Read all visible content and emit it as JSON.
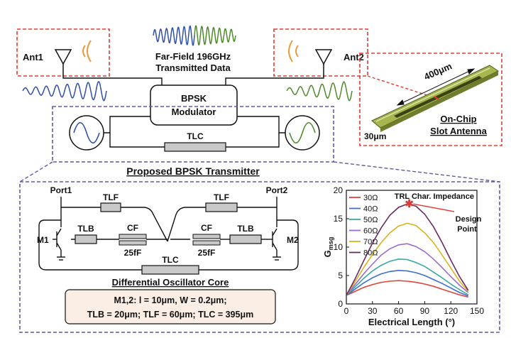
{
  "top": {
    "ant1_label": "Ant1",
    "ant2_label": "Ant2",
    "farfield_line1": "Far-Field 196GHz",
    "farfield_line2": "Transmitted Data",
    "modulator_line1": "BPSK",
    "modulator_line2": "Modulator",
    "tlc_label": "TLC",
    "transmitter_title": "Proposed BPSK Transmitter"
  },
  "antenna_inset": {
    "length_label": "400μm",
    "width_label": "30μm",
    "title_line1": "On-Chip",
    "title_line2": "Slot Antenna"
  },
  "oscillator": {
    "port1": "Port1",
    "port2": "Port2",
    "tlf_left": "TLF",
    "tlf_right": "TLF",
    "tlb_left": "TLB",
    "tlb_right": "TLB",
    "cf_left": "CF",
    "cf_right": "CF",
    "cap_left": "25fF",
    "cap_right": "25fF",
    "m1": "M1",
    "m2": "M2",
    "tlc": "TLC",
    "core_title": "Differential Oscillator Core"
  },
  "specs": {
    "line1": "M1,2: l = 10μm, W = 0.2μm;",
    "line2": "TLB = 20μm; TLF = 60μm; TLC = 395μm"
  },
  "colors": {
    "red_dash": "#e23b33",
    "purple_dash": "#6b55a8",
    "wave_blue": "#2f4fa8",
    "wave_green": "#4f8a2a",
    "antenna_green": "#a7b64d",
    "spec_fill": "#fbeee4",
    "marker": "#e23b33"
  },
  "icons": [
    "antenna-icon",
    "sine-source-icon",
    "transistor-icon",
    "capacitor-icon",
    "ground-icon",
    "star-marker-icon"
  ],
  "chart_data": {
    "type": "line",
    "title": "TRL Char. Impedance",
    "xlabel": "Electrical Length (°)",
    "ylabel": "Gmsg",
    "xlim": [
      0,
      150
    ],
    "ylim": [
      0,
      20
    ],
    "xticks": [
      0,
      30,
      60,
      90,
      120,
      150
    ],
    "yticks": [
      0,
      5,
      10,
      15,
      20
    ],
    "grid": false,
    "legend_position": "top-left",
    "x": [
      0,
      10,
      20,
      30,
      40,
      50,
      60,
      70,
      80,
      90,
      100,
      110,
      120,
      130,
      140
    ],
    "series": [
      {
        "name": "30Ω",
        "color": "#e0433a",
        "values": [
          1.5,
          2.2,
          2.9,
          3.4,
          3.8,
          4.0,
          4.1,
          4.0,
          3.8,
          3.5,
          3.1,
          2.6,
          2.1,
          1.6,
          1.2
        ]
      },
      {
        "name": "40Ω",
        "color": "#3b6fd1",
        "values": [
          1.5,
          2.6,
          3.7,
          4.6,
          5.3,
          5.7,
          5.9,
          5.8,
          5.5,
          5.0,
          4.3,
          3.6,
          2.8,
          2.0,
          1.4
        ]
      },
      {
        "name": "50Ω",
        "color": "#3aa9a0",
        "values": [
          1.5,
          3.0,
          4.5,
          5.8,
          6.8,
          7.5,
          7.9,
          7.8,
          7.3,
          6.6,
          5.6,
          4.6,
          3.5,
          2.5,
          1.6
        ]
      },
      {
        "name": "60Ω",
        "color": "#9b6cc9",
        "values": [
          1.5,
          3.4,
          5.3,
          7.0,
          8.6,
          9.7,
          10.4,
          10.6,
          10.1,
          9.2,
          7.9,
          6.4,
          4.8,
          3.3,
          2.0
        ]
      },
      {
        "name": "70Ω",
        "color": "#d9b21e",
        "values": [
          1.5,
          3.9,
          6.4,
          8.7,
          10.8,
          12.5,
          13.7,
          14.2,
          13.8,
          12.5,
          10.8,
          8.6,
          6.3,
          4.0,
          2.2
        ]
      },
      {
        "name": "80Ω",
        "color": "#6a2a63",
        "values": [
          1.5,
          4.4,
          7.6,
          10.7,
          13.4,
          15.6,
          17.0,
          17.6,
          17.2,
          15.8,
          13.6,
          10.8,
          7.7,
          4.8,
          2.4
        ]
      }
    ],
    "annotations": [
      {
        "text": "Design",
        "line2": "Point",
        "x": 72,
        "y": 17.6
      }
    ]
  }
}
